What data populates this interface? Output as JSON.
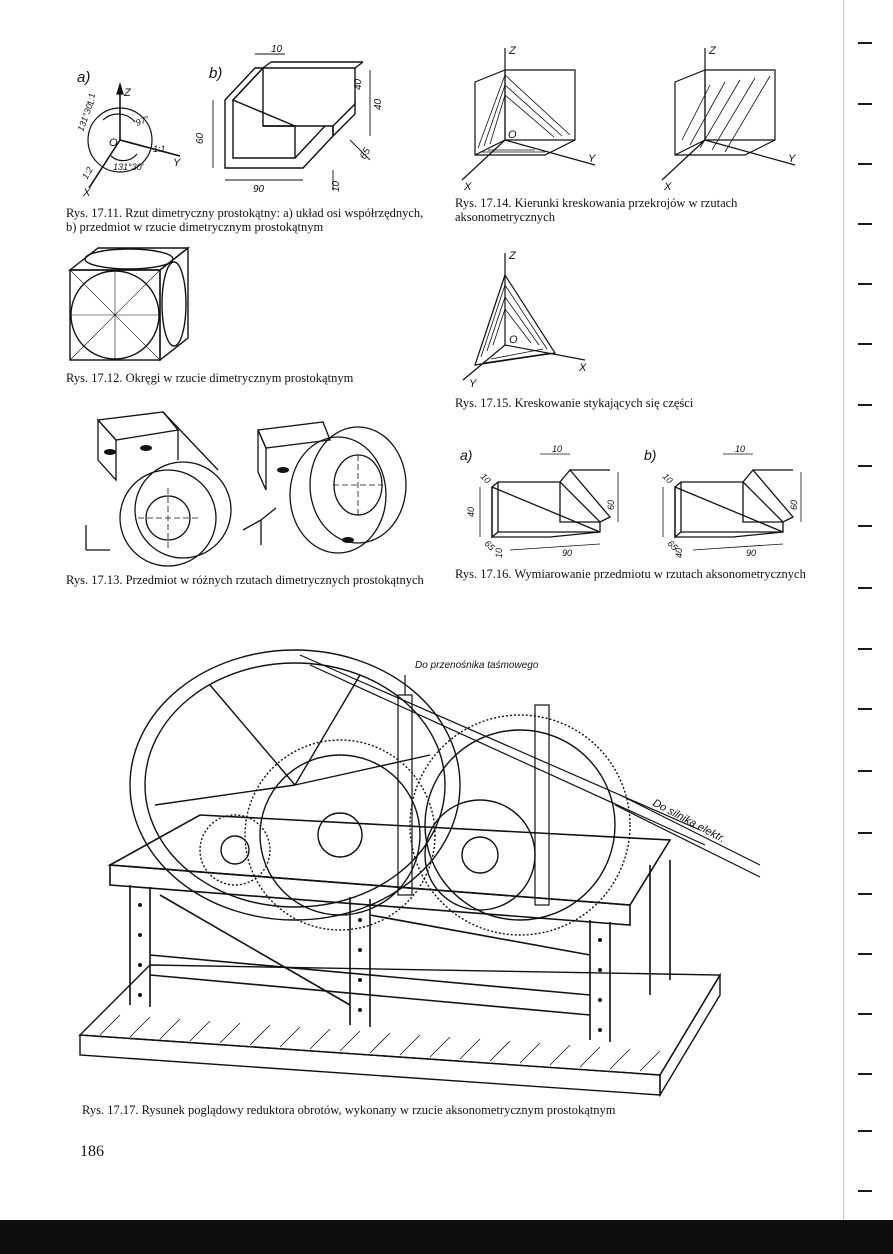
{
  "captions": {
    "fig17_11": "Rys. 17.11. Rzut dimetryczny prostokątny: a) układ osi współrzędnych, b) przedmiot w rzucie dimetrycznym prostokątnym",
    "fig17_12": "Rys. 17.12. Okręgi w rzucie dimetrycznym prostokątnym",
    "fig17_13": "Rys. 17.13. Przedmiot w różnych rzutach dimetrycznych prostokątnych",
    "fig17_14": "Rys. 17.14. Kierunki kreskowania przekrojów w rzutach aksonometrycznych",
    "fig17_15": "Rys. 17.15. Kreskowanie stykających się części",
    "fig17_16": "Rys. 17.16. Wymiarowanie przedmiotu w rzutach aksonometrycznych",
    "fig17_17": "Rys. 17.17. Rysunek poglądowy reduktora obrotów, wykonany w rzucie aksonometrycznym prostokątnym"
  },
  "page_number": "186",
  "fig17_11": {
    "label_a": "a)",
    "label_b": "b)",
    "axis_z": "Z",
    "axis_x": "X",
    "axis_y": "Y",
    "origin": "O",
    "angle1": "131°30'",
    "angle2": "131°30'",
    "angle3": "97°",
    "scale1": "1:1",
    "scale2": "1:2",
    "scale3": "1:1",
    "dims": {
      "d10_top": "10",
      "d40": "40",
      "d60": "60",
      "d90": "90",
      "d65": "65",
      "d10_bottom": "10",
      "d40b": "40"
    }
  },
  "fig17_14": {
    "z1": "Z",
    "x1": "X",
    "y1": "Y",
    "o1": "O",
    "z2": "Z",
    "x2": "X",
    "y2": "Y"
  },
  "fig17_15": {
    "z": "Z",
    "x": "X",
    "y": "Y",
    "o": "O"
  },
  "fig17_16": {
    "label_a": "a)",
    "label_b": "b)",
    "a_dims": {
      "d10": "10",
      "d10b": "10",
      "d40": "40",
      "d60": "60",
      "d65": "65",
      "d90": "90",
      "d10c": "10"
    },
    "b_dims": {
      "d10": "10",
      "d10b": "10",
      "d60": "60",
      "d65": "65",
      "d90": "90",
      "d40": "40"
    }
  },
  "fig17_17": {
    "note_top": "Do przenośnika taśmowego",
    "note_right": "Do silnika elektr."
  }
}
